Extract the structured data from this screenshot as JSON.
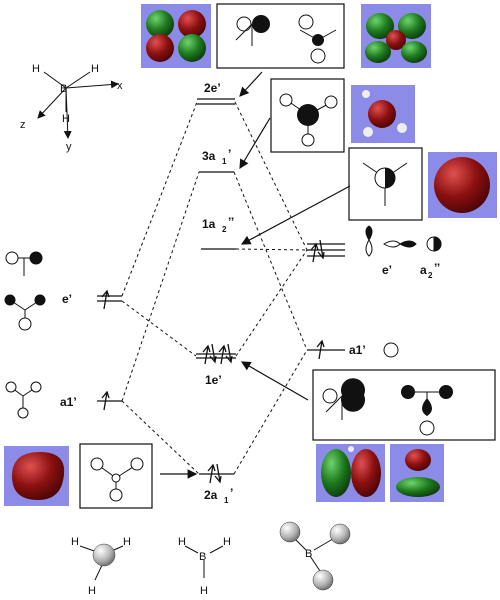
{
  "levels": {
    "e2": "2e’",
    "a1_3": "3a",
    "a1_3_sub": "1",
    "a1_3_sup": "’",
    "a2pp": "1a",
    "a2pp_sub": "2",
    "a2pp_sup": "’’",
    "e1": "1e’",
    "a1_2": "2a",
    "a1_2_sub": "1",
    "a1_2_sup": "’"
  },
  "left_fragment": {
    "e_label": "e’",
    "a1_label": "a1’"
  },
  "right_fragment": {
    "e_label": "e’",
    "a2_label": "a",
    "a2_sub": "2",
    "a2_sup": "’’",
    "a1_label": "a1’"
  },
  "axes": {
    "x": "x",
    "y": "y",
    "z": "z",
    "B": "B",
    "H": "H"
  },
  "bottom": {
    "H": "H",
    "B": "B"
  },
  "colors": {
    "orbital_bg": "#8c8ce8",
    "lobe_red": "#8b1010",
    "lobe_green": "#1e7a1e"
  }
}
